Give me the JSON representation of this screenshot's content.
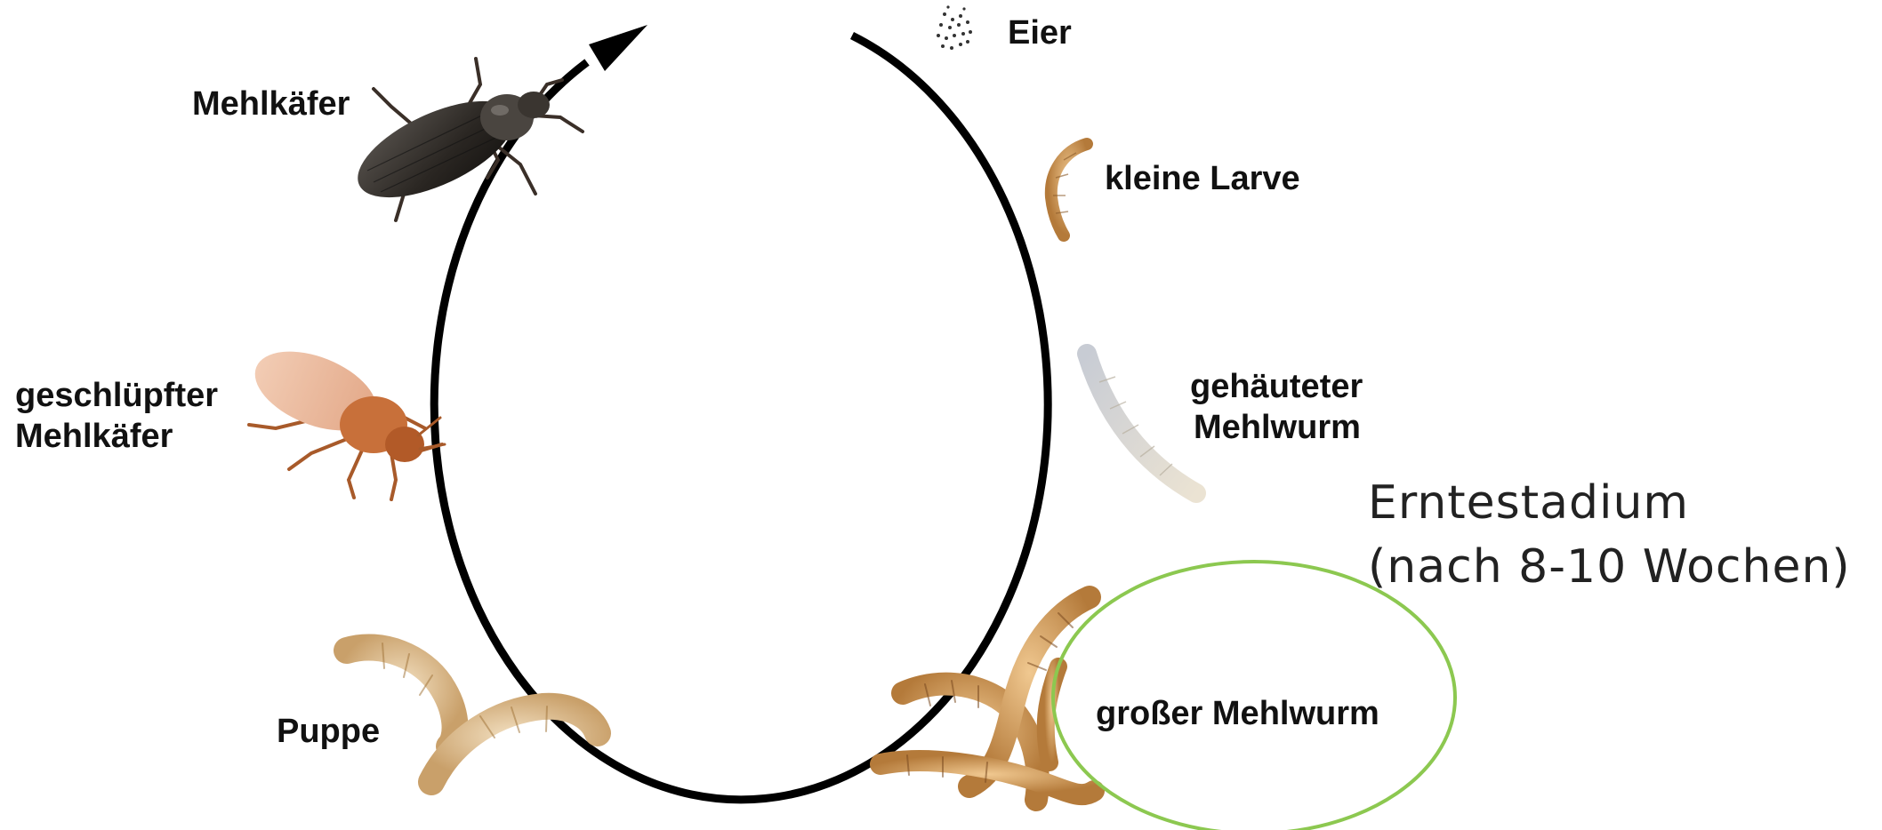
{
  "diagram": {
    "stages": {
      "eggs": "Eier",
      "small_larva": "kleine Larve",
      "molted_mealworm": [
        "gehäuteter",
        "Mehlwurm"
      ],
      "large_mealworm": "großer Mehlwurm",
      "pupa": "Puppe",
      "hatched_beetle": [
        "geschlüpfter",
        "Mehlkäfer"
      ],
      "beetle": "Mehlkäfer"
    },
    "harvest_note": [
      "Erntestadium",
      "(nach 8-10 Wochen)"
    ],
    "colors": {
      "cycle_line": "#000000",
      "harvest_ellipse": "#8cc850",
      "larva": "#c08a45",
      "beetle_dark": "#2a2622",
      "beetle_light": "#e8b89a"
    }
  }
}
